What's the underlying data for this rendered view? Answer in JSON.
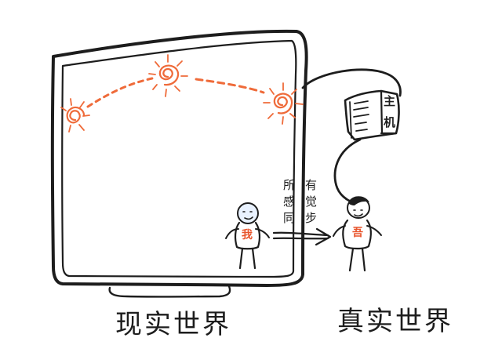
{
  "captions": {
    "virtual_world": "现实世界",
    "real_world": "真实世界"
  },
  "note_column_left": [
    "所",
    "感",
    "同"
  ],
  "note_column_right": [
    "有",
    "觉",
    "步"
  ],
  "host_label": [
    "主",
    "机"
  ],
  "avatar_chest_label": "我",
  "person_chest_label": "吾",
  "icons": {
    "sun": "sun-icon",
    "computer_host": "computer-tower-icon",
    "monitor": "monitor-icon",
    "arrow": "right-arrow-icon",
    "avatar": "stick-figure-icon",
    "person": "stick-figure-icon"
  },
  "colors": {
    "ink": "#1d1d1d",
    "accent": "#ef6b3a",
    "avatar_head_fill": "#e9f2ff"
  }
}
